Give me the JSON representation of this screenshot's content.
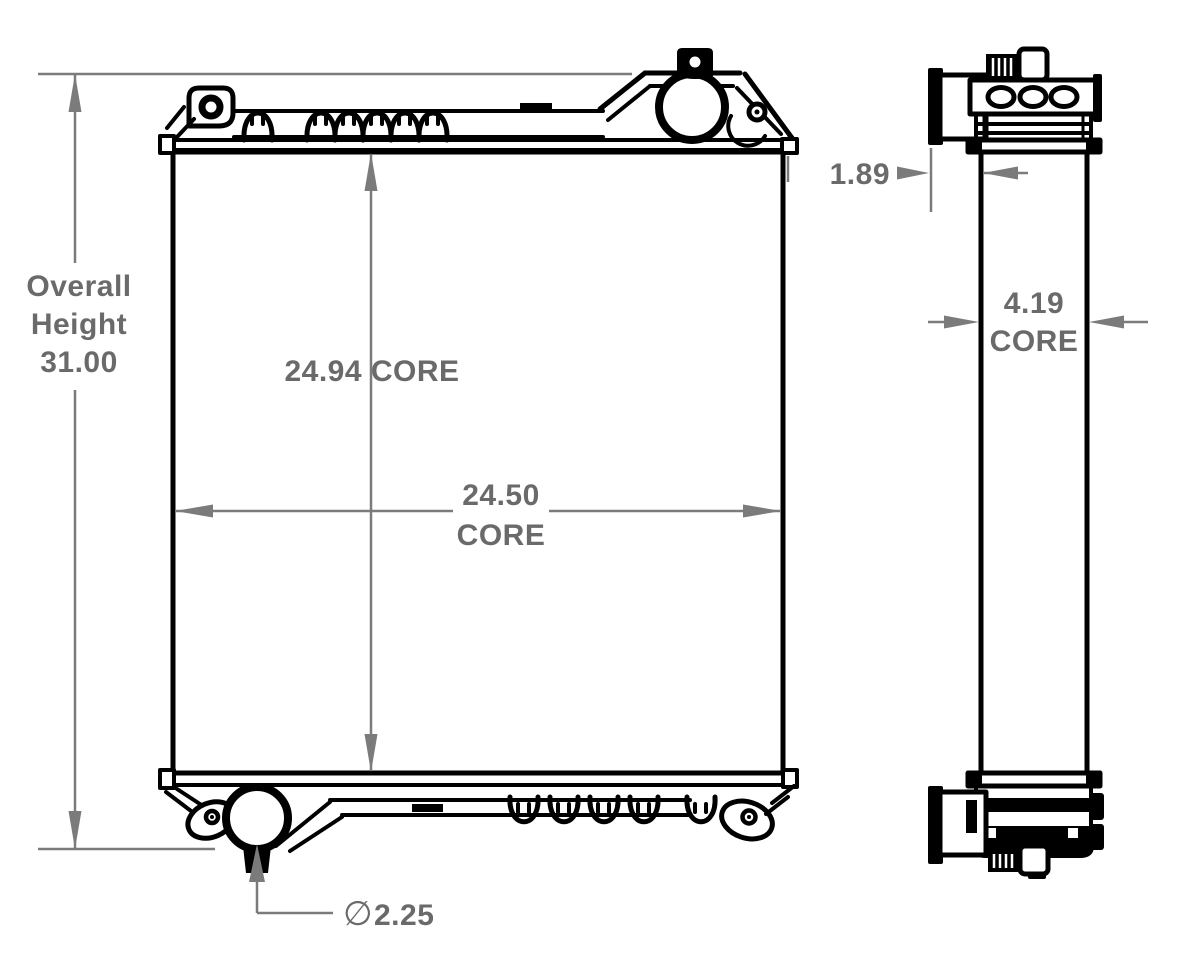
{
  "dims": {
    "overall_height": {
      "line1": "Overall",
      "line2": "Height",
      "value": "31.00"
    },
    "core_height": {
      "label": "24.94 CORE"
    },
    "core_width": {
      "value": "24.50",
      "label": "CORE"
    },
    "outlet_diameter": {
      "symbol": "∅",
      "value": "2.25"
    },
    "bracket_offset": {
      "value": "1.89"
    },
    "core_depth": {
      "value": "4.19",
      "label": "CORE"
    }
  },
  "colors": {
    "drawing_line": "#000000",
    "dimension_line": "#7b7b7b",
    "dimension_text": "#6a6a6a",
    "background": "#ffffff"
  }
}
